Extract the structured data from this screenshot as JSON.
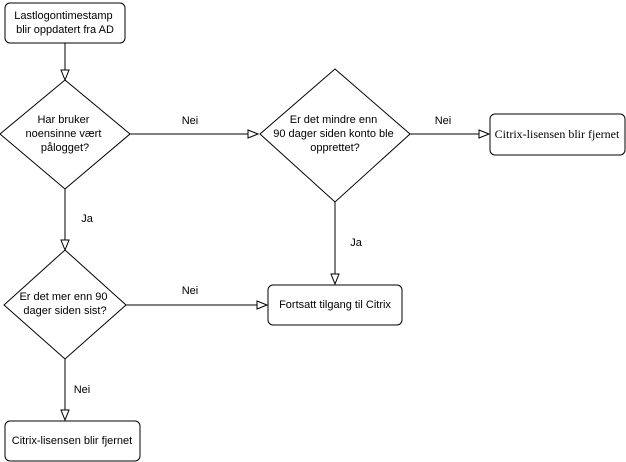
{
  "nodes": {
    "start": [
      "Lastlogontimestamp",
      "blir oppdatert fra AD"
    ],
    "q_logged_in": [
      "Har bruker",
      "noensinne vært",
      "pålogget?"
    ],
    "q_created_90": [
      "Er det mindre enn",
      "90 dager siden konto ble",
      "opprettet?"
    ],
    "q_last_90": [
      "Er det mer enn 90",
      "dager siden sist?"
    ],
    "removed_top": [
      "Citrix-lisensen blir fjernet"
    ],
    "continued_access": [
      "Fortsatt tilgang til Citrix"
    ],
    "removed_bottom": [
      "Citrix-lisensen blir fjernet"
    ]
  },
  "edges": {
    "logged_in_no": "Nei",
    "logged_in_yes": "Ja",
    "created_no": "Nei",
    "created_yes": "Ja",
    "last_no": "Nei",
    "last_no_down": "Nei"
  }
}
